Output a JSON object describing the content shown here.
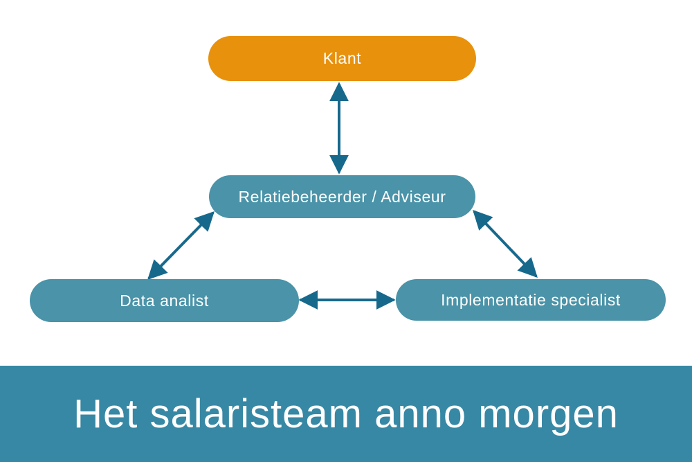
{
  "diagram": {
    "background": "#FFFFFF",
    "arrow_color": "#17698C",
    "nodes": [
      {
        "id": "klant",
        "label": "Klant",
        "fill": "#E8910D",
        "text_color": "#FFFFFF"
      },
      {
        "id": "relatiebeheerder-adviseur",
        "label": "Relatiebeheerder / Adviseur",
        "fill": "#4A93A8",
        "text_color": "#FFFFFF"
      },
      {
        "id": "data-analist",
        "label": "Data analist",
        "fill": "#4A93A8",
        "text_color": "#FFFFFF"
      },
      {
        "id": "implementatie-specialist",
        "label": "Implementatie specialist",
        "fill": "#4A93A8",
        "text_color": "#FFFFFF"
      }
    ],
    "connections": [
      {
        "from": "klant",
        "to": "relatiebeheerder-adviseur",
        "style": "double-arrow"
      },
      {
        "from": "relatiebeheerder-adviseur",
        "to": "data-analist",
        "style": "double-arrow"
      },
      {
        "from": "relatiebeheerder-adviseur",
        "to": "implementatie-specialist",
        "style": "double-arrow"
      },
      {
        "from": "data-analist",
        "to": "implementatie-specialist",
        "style": "double-arrow"
      }
    ]
  },
  "banner": {
    "title": "Het salaristeam anno morgen",
    "background": "#3788A4",
    "text_color": "#FFFFFF"
  }
}
